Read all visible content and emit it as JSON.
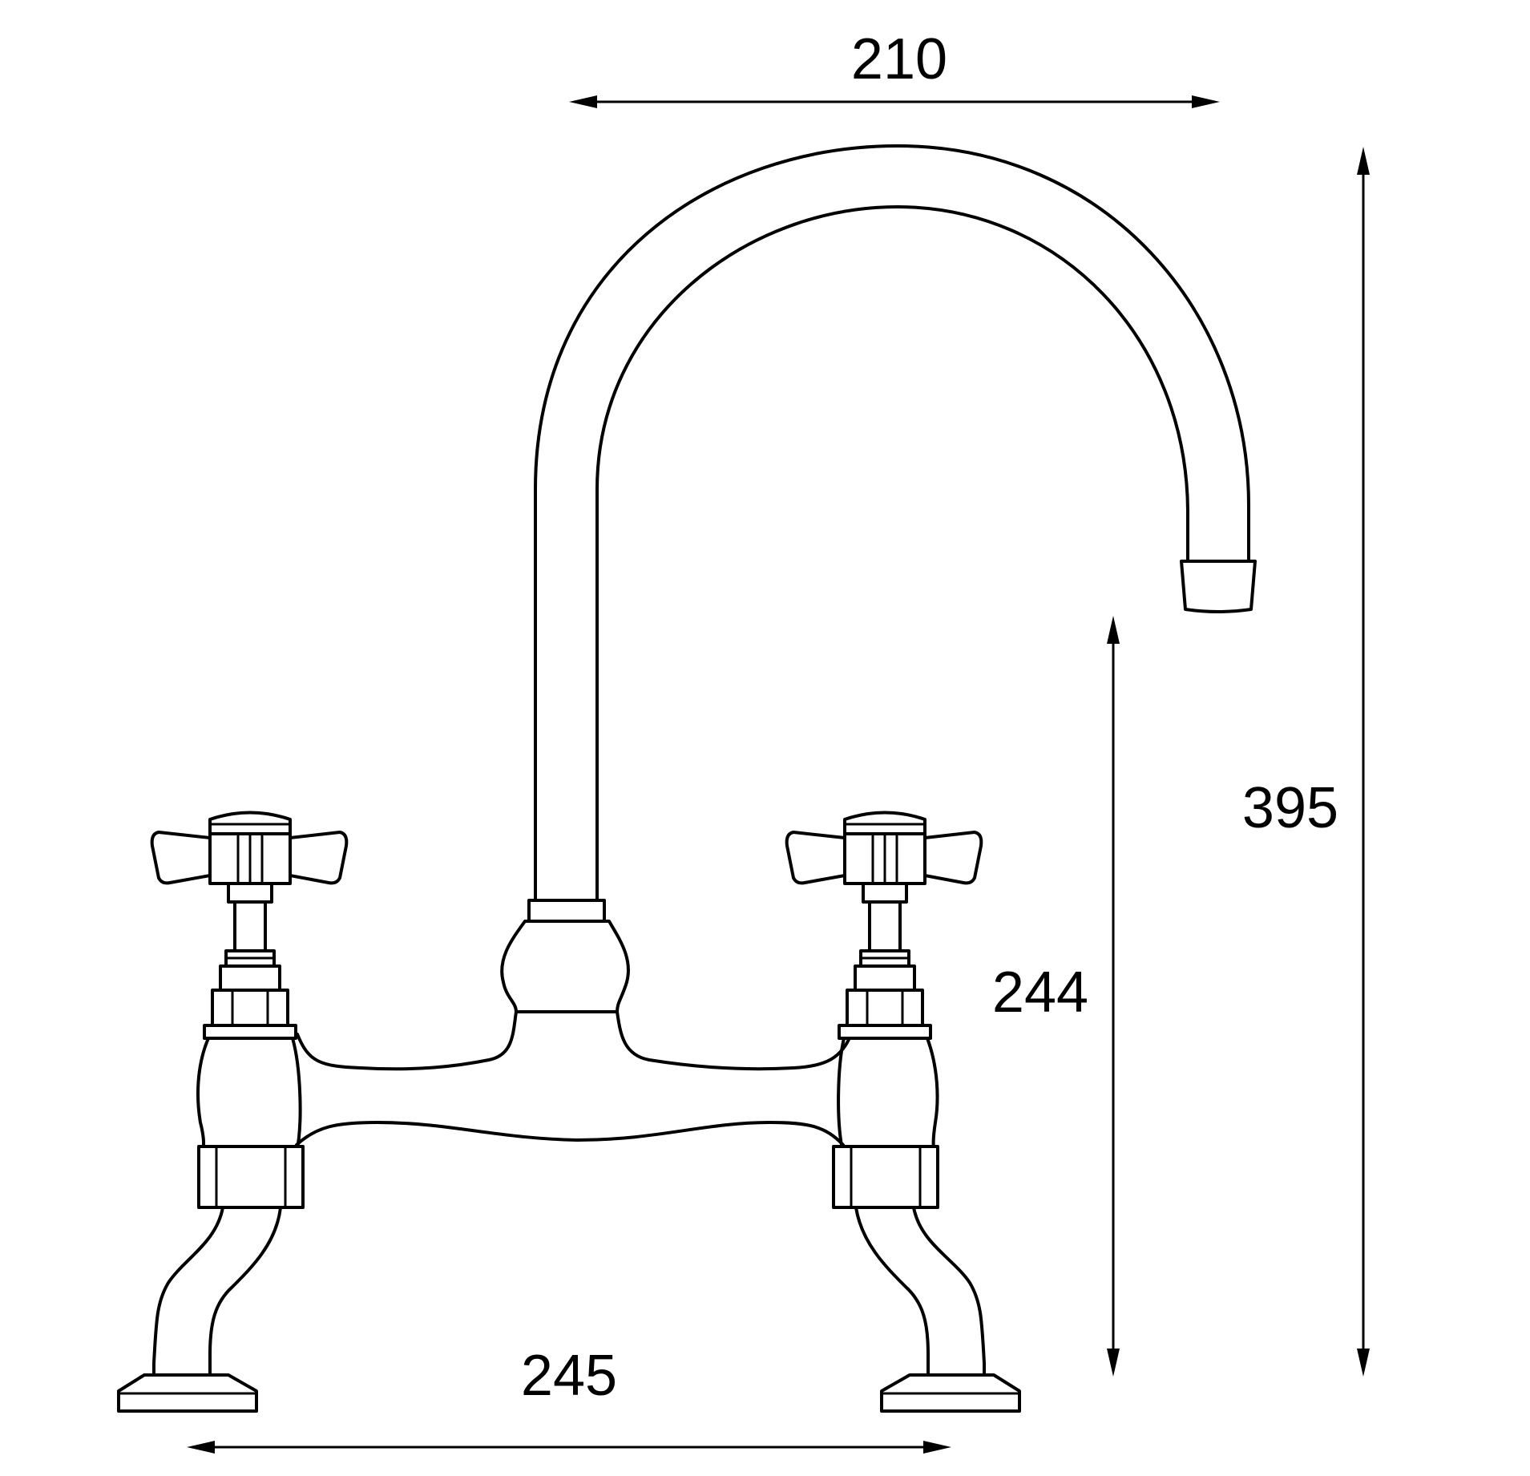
{
  "dimensions": {
    "spout_reach": "210",
    "overall_height": "395",
    "spout_outlet_height": "244",
    "tap_centres": "245"
  },
  "colors": {
    "line": "#000000",
    "background": "#ffffff"
  }
}
